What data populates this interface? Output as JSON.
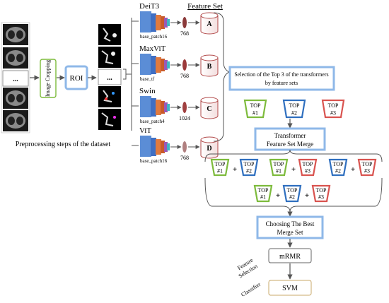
{
  "preprocessing": {
    "image_cropping": "Image Cropping",
    "roi": "ROI",
    "ellipsis": "...",
    "caption": "Preprocessing steps of the dataset"
  },
  "feature_set_header": "Feature Set",
  "models": [
    {
      "name": "DeiT3",
      "variant": "base_patch16",
      "dim": "768",
      "set": "A",
      "color": "#8B3A3A"
    },
    {
      "name": "MaxViT",
      "variant": "base_tf",
      "dim": "768",
      "set": "B",
      "color": "#9B3A3A"
    },
    {
      "name": "Swin",
      "variant": "base_patch4",
      "dim": "1024",
      "set": "C",
      "color": "#A04040"
    },
    {
      "name": "ViT",
      "variant": "base_patch16",
      "dim": "768",
      "set": "D",
      "color": "#B08080"
    }
  ],
  "selection_box": {
    "line1": "Selection of the Top 3 of the transformers",
    "line2": "by feature sets"
  },
  "tops": [
    {
      "top": "TOP",
      "rank": "#1",
      "color": "#7DBB3C"
    },
    {
      "top": "TOP",
      "rank": "#2",
      "color": "#2F6FBF"
    },
    {
      "top": "TOP",
      "rank": "#3",
      "color": "#D9534F"
    }
  ],
  "merge_box": {
    "line1": "Transformer",
    "line2": "Feature Set Merge"
  },
  "plus": "+",
  "best_merge": {
    "line1": "Choosing The Best",
    "line2": "Merge Set"
  },
  "feature_selection_label": {
    "line1": "Feature",
    "line2": "Selection"
  },
  "mrmr": "mRMR",
  "classifier_label": "Classifier",
  "svm": "SVM"
}
